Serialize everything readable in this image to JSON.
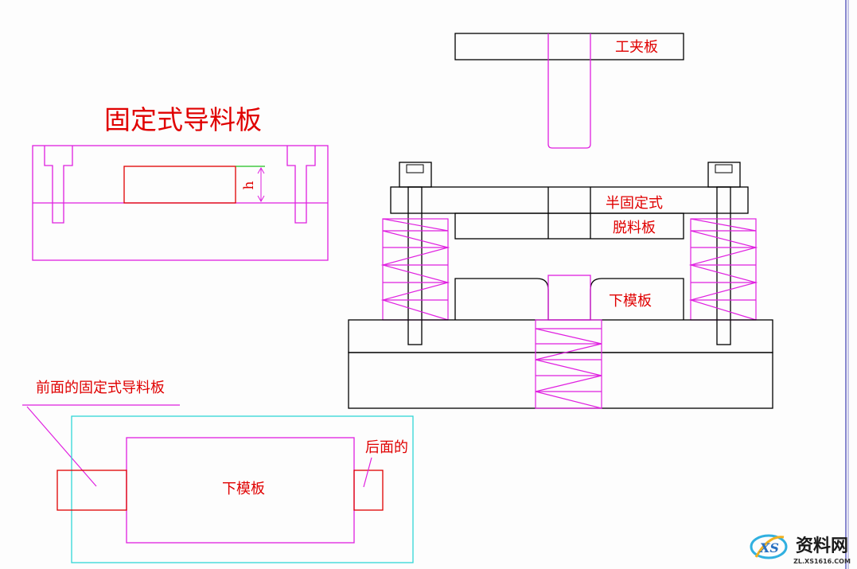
{
  "labels": {
    "main_title": "固定式导料板",
    "gap_h": "h",
    "clamp_plate": "工夹板",
    "semi_fixed_line1": "半固定式",
    "semi_fixed_line2": "脱料板",
    "lower_die_side": "下模板",
    "front_guide": "前面的固定式导料板",
    "rear_guide": "后面的",
    "lower_die_top": "下模板"
  },
  "watermark": {
    "name": "资料网",
    "domain": "ZL.XS1616.COM"
  },
  "colors": {
    "magenta": "#e020e0",
    "red": "#e00000",
    "black": "#000000",
    "cyan": "#30d8d8",
    "green": "#20c020",
    "label_red": "#e00000",
    "frame_blue": "#6060c0"
  }
}
